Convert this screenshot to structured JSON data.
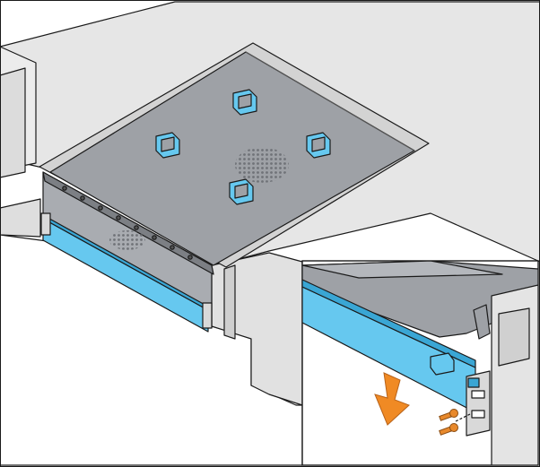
{
  "figure": {
    "kind": "exploded-assembly-illustration",
    "callout_present": true
  },
  "colors": {
    "outline": "#1a1a1a",
    "background": "#ffffff",
    "enclosure_fill": "#e6e6e6",
    "enclosure_shade": "#cfcfcf",
    "tray_fill": "#9ea1a6",
    "tray_dark": "#7c7f84",
    "rail_blue": "#66c8ef",
    "rail_blue_dark": "#3aa6d4",
    "arrow_orange": "#f08a24",
    "screw_orange": "#e8892c"
  },
  "parts": {
    "handles": [
      "handle-top",
      "handle-left",
      "handle-right",
      "handle-bottom"
    ],
    "rail": "mounting-rail",
    "screws": [
      "screw-upper",
      "screw-lower"
    ]
  }
}
